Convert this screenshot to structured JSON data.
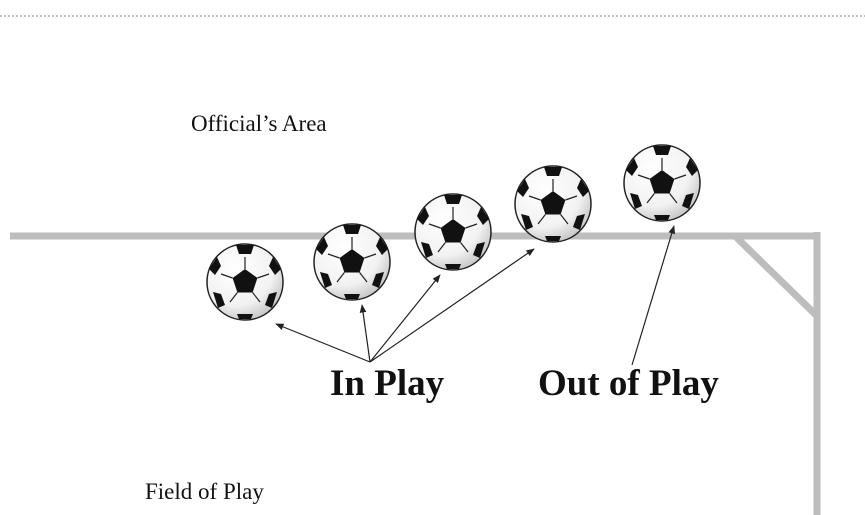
{
  "regions": {
    "officials_area_label": "Official’s Area",
    "field_of_play_label": "Field of Play"
  },
  "callouts": {
    "in_play_label": "In Play",
    "out_of_play_label": "Out of Play"
  },
  "balls": [
    {
      "status": "in-play"
    },
    {
      "status": "in-play"
    },
    {
      "status": "in-play"
    },
    {
      "status": "in-play"
    },
    {
      "status": "out-of-play"
    }
  ],
  "colors": {
    "boundary_line": "#bdbdbd",
    "dotted_line": "#9e9e9e",
    "arrow": "#222222",
    "ball_panel": "#111111",
    "ball_surface": "#ffffff"
  }
}
